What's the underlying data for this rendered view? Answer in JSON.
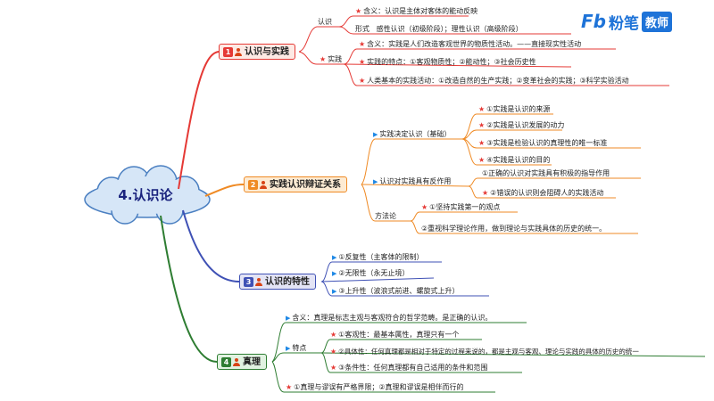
{
  "logo": {
    "mark": "Fb",
    "brand": "粉笔",
    "tag": "教师"
  },
  "center": "4.认识论",
  "branches": {
    "b1": {
      "num": "1",
      "label": "认识与实践"
    },
    "b2": {
      "num": "2",
      "label": "实践认识辩证关系"
    },
    "b3": {
      "num": "3",
      "label": "认识的特性"
    },
    "b4": {
      "num": "4",
      "label": "真理"
    }
  },
  "b1": {
    "renshi": "认识",
    "renshi_meaning": "含义：认识是主体对客体的能动反映",
    "xingshi": "形式",
    "xingshi_text": "感性认识（初级阶段）；理性认识（高级阶段）",
    "shijian": "实践",
    "shijian_meaning": "含义：实践是人们改造客观世界的物质性活动。——直接现实性活动",
    "shijian_features": "实践的特点：①客观物质性；②能动性；③社会历史性",
    "shijian_forms": "人类基本的实践活动：①改造自然的生产实践；②变革社会的实践；③科学实验活动"
  },
  "b2": {
    "decide": "实践决定认识（基础）",
    "d1": "①实践是认识的来源",
    "d2": "②实践是认识发展的动力",
    "d3": "③实践是检验认识的真理性的唯一标准",
    "d4": "④实践是认识的目的",
    "react": "认识对实践具有反作用",
    "r1": "①正确的认识对实践具有积极的指导作用",
    "r2": "②错误的认识则会阻碍人的实践活动",
    "method": "方法论",
    "m1": "①坚持实践第一的观点",
    "m2": "②重视科学理论作用，做到理论与实践具体的历史的统一。"
  },
  "b3": {
    "p1": "①反复性（主客体的限制）",
    "p2": "②无限性（永无止境）",
    "p3": "③上升性（波浪式前进、螺旋式上升）"
  },
  "b4": {
    "meaning": "含义：真理是标志主观与客观符合的哲学范畴。是正确的认识。",
    "features": "特点",
    "f1": "①客观性：最基本属性，真理只有一个",
    "f2": "②具体性：任何真理都是相对于特定的过程来说的，都是主观与客观、理论与实践的具体的历史的统一",
    "f3": "③条件性：任何真理都有自己适用的条件和范围",
    "relation": "①真理与谬误有严格界限；②真理和谬误是相伴而行的"
  },
  "colors": {
    "red": "#e53935",
    "orange": "#ef8a24",
    "blue": "#3f51b5",
    "green": "#2e7d32",
    "brand": "#1e73d8"
  }
}
